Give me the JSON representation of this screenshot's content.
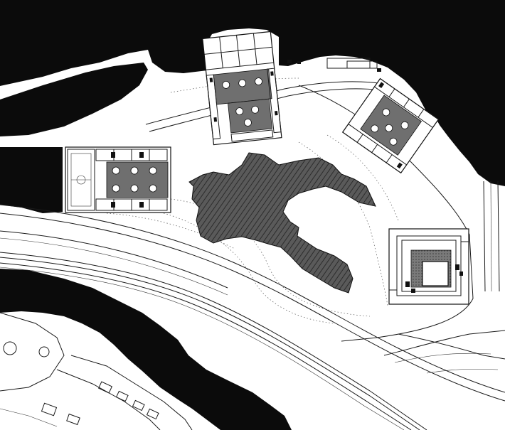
{
  "map": {
    "colors": {
      "background": "#ffffff",
      "dark_areas": "#0b0b0b",
      "central_plaza": "#5a5a5a",
      "courtyards": "#6f6f6f",
      "linework": "#1a1a1a"
    },
    "features": [
      "northern-dark-mass",
      "southern-dark-mass",
      "western-dark-strip",
      "central-hatched-plaza",
      "building-west-courtyard",
      "building-north-courtyard",
      "building-northeast-courtyard",
      "building-southeast-square",
      "railway-tracks",
      "roads",
      "town-blocks-southwest"
    ]
  }
}
